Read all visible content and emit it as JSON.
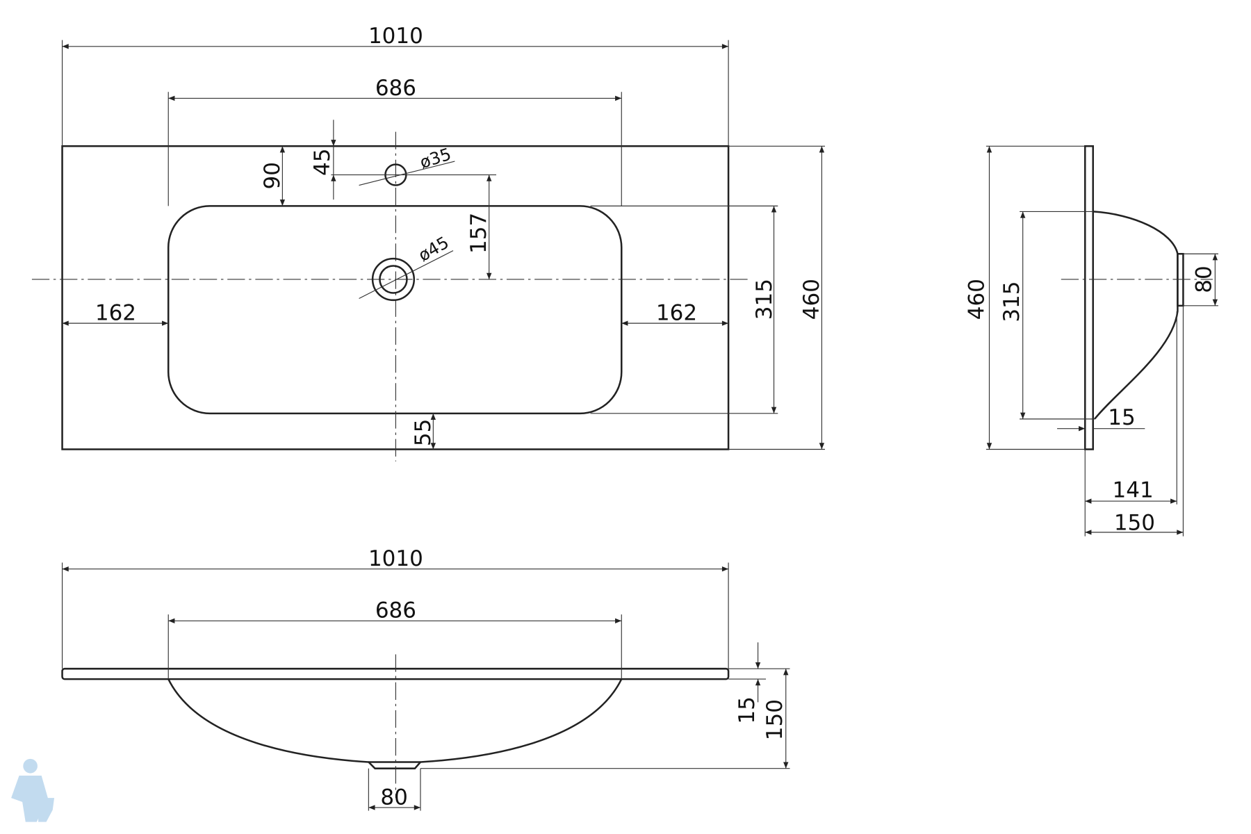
{
  "top_view": {
    "overall_width": "1010",
    "basin_width": "686",
    "top_margin": "90",
    "tap_hole_offset": "45",
    "tap_hole_diameter": "ø35",
    "tap_to_drain": "157",
    "drain_diameter": "ø45",
    "side_margin_left": "162",
    "side_margin_right": "162",
    "basin_depth": "315",
    "overall_depth": "460",
    "front_margin": "55"
  },
  "side_view": {
    "overall_depth": "460",
    "basin_depth": "315",
    "drain_height": "80",
    "slab_thickness": "15",
    "bowl_projection": "141",
    "total_projection": "150"
  },
  "front_view": {
    "overall_width": "1010",
    "basin_width": "686",
    "slab_thickness": "15",
    "total_height": "150",
    "drain_width": "80"
  },
  "colors": {
    "line": "#222222",
    "logo": "#bcd8ee"
  }
}
